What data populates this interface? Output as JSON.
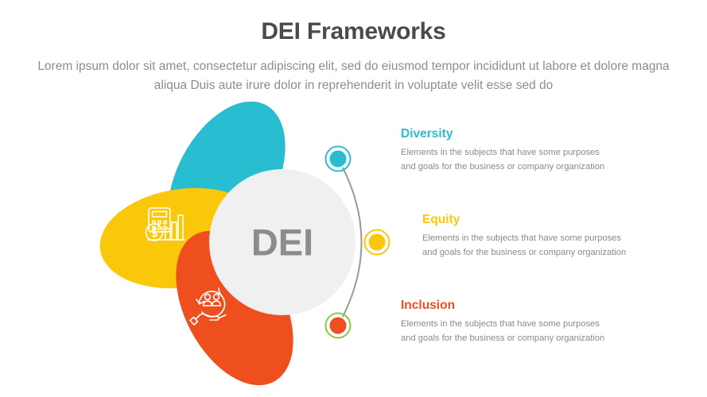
{
  "header": {
    "title": "DEI Frameworks",
    "subtitle": "Lorem ipsum dolor sit amet, consectetur adipiscing elit, sed do eiusmod tempor incididunt ut labore et dolore magna aliqua Duis aute irure dolor in reprehenderit in voluptate velit esse sed do"
  },
  "center": {
    "label": "DEI",
    "fill": "#f0f0f0",
    "text_color": "#8c8c8c"
  },
  "colors": {
    "diversity": "#29bdd2",
    "equity": "#fac80a",
    "inclusion": "#ef4f1e",
    "inclusion_ring": "#8cc63f",
    "connector": "#9a9a9a",
    "body_text": "#8a8a8a",
    "title_text": "#4a4a4a"
  },
  "items": [
    {
      "key": "diversity",
      "title": "Diversity",
      "description": "Elements in the subjects that have some purposes and goals for the business or company organization",
      "color": "#29bdd2",
      "ring_color": "#29bdd2",
      "icon": "shapes-icon"
    },
    {
      "key": "equity",
      "title": "Equity",
      "description": "Elements in the subjects that have some purposes and goals for the business or company organization",
      "color": "#fac80a",
      "ring_color": "#fac80a",
      "icon": "calculator-finance-icon"
    },
    {
      "key": "inclusion",
      "title": "Inclusion",
      "description": "Elements in the subjects that have some purposes and goals for the business or company organization",
      "color": "#ef4f1e",
      "ring_color": "#8cc63f",
      "icon": "people-support-hand-icon"
    }
  ]
}
